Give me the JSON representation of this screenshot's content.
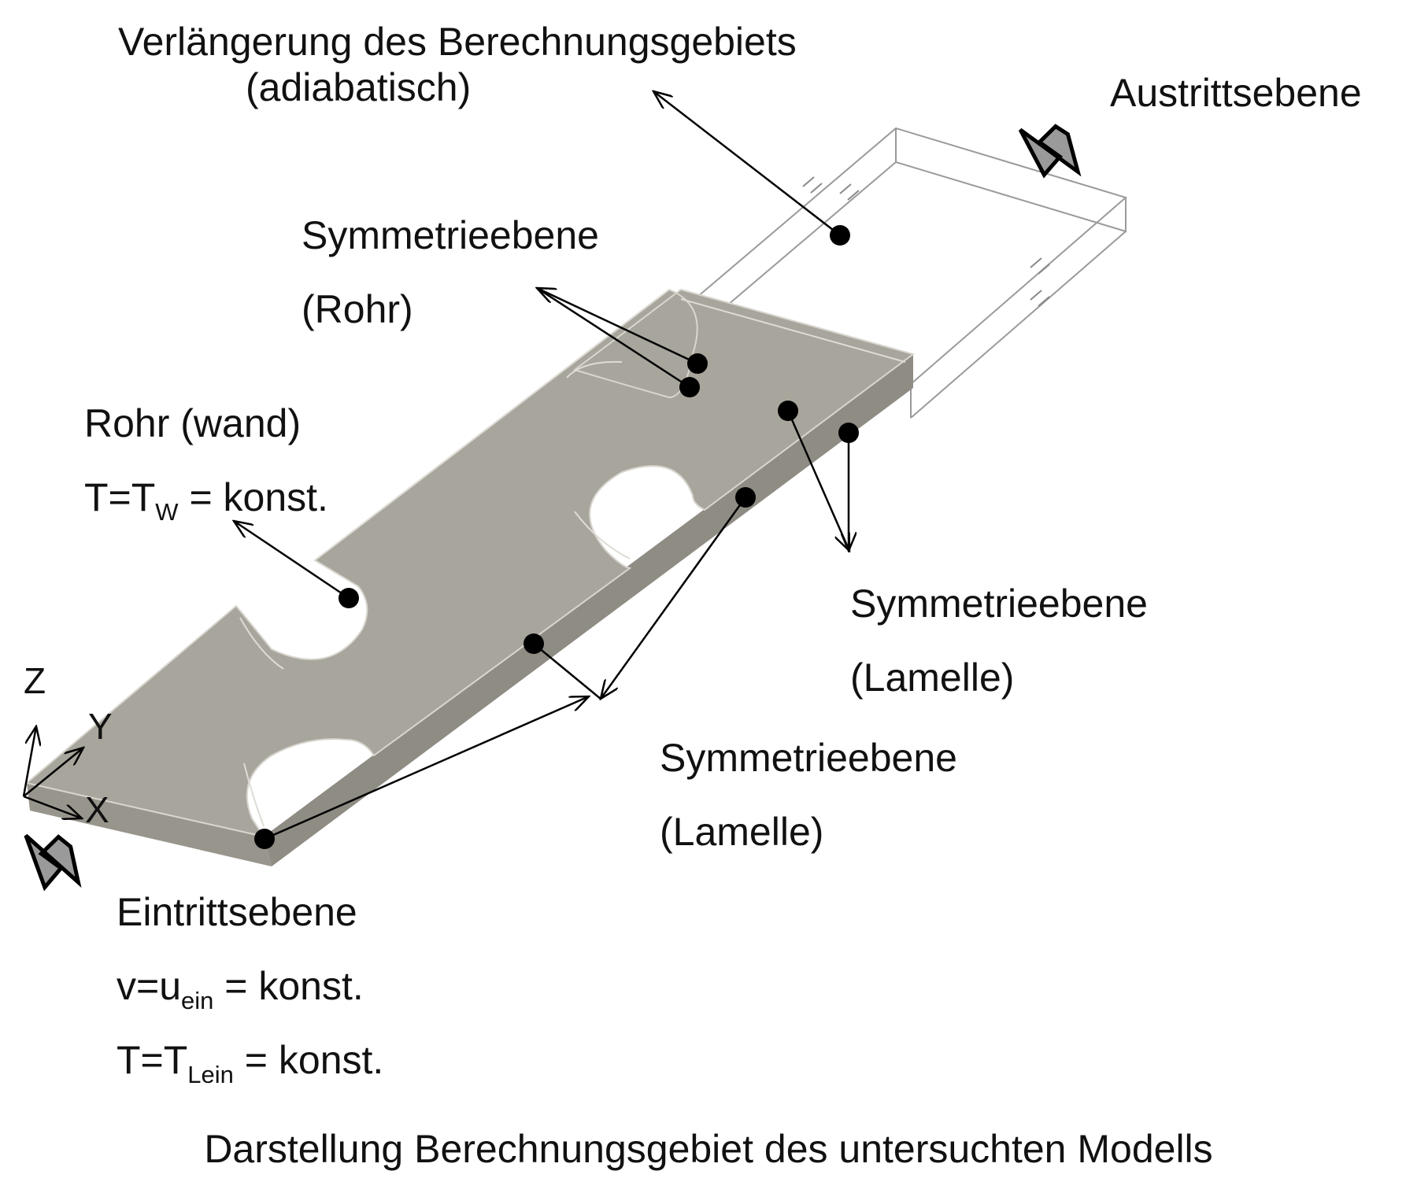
{
  "labels": {
    "extension_line1": "Verlängerung des Berechnungsgebiets",
    "extension_line2": "(adiabatisch)",
    "outlet": "Austrittsebene",
    "sym_tube_line1": "Symmetrieebene",
    "sym_tube_line2": "(Rohr)",
    "tube_wall_line1": "Rohr (wand)",
    "tube_wall_T": "T=T",
    "tube_wall_sub": "W",
    "tube_wall_rest": " = konst.",
    "sym_fin1_line1": "Symmetrieebene",
    "sym_fin1_line2": "(Lamelle)",
    "sym_fin2_line1": "Symmetrieebene",
    "sym_fin2_line2": "(Lamelle)",
    "inlet_line1": "Eintrittsebene",
    "inlet_v": "v=u",
    "inlet_v_sub": "ein",
    "inlet_v_rest": " = konst.",
    "inlet_T": "T=T",
    "inlet_T_sub": "Lein",
    "inlet_T_rest": " = konst."
  },
  "axes": {
    "z": "Z",
    "y": "Y",
    "x": "X"
  },
  "caption": "Darstellung Berechnungsgebiet des untersuchten Modells",
  "colors": {
    "domain_fill": "#a8a59c",
    "domain_edge": "#d8d6cf",
    "extension_edge": "#9a9a9a",
    "arrow_fill": "#9a9a9a",
    "marker": "#000000"
  }
}
